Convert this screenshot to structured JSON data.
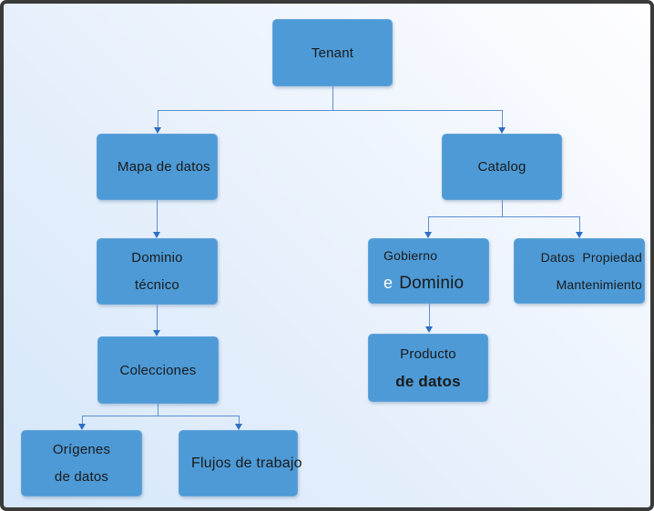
{
  "diagram": {
    "type": "flowchart",
    "nodes": {
      "tenant": {
        "label": "Tenant"
      },
      "mapa": {
        "label": "Mapa de datos"
      },
      "catalog": {
        "label": "Catalog"
      },
      "dominio_tecnico": {
        "line1": "Dominio",
        "line2": "técnico"
      },
      "colecciones": {
        "label": "Colecciones"
      },
      "origenes": {
        "line1": "Orígenes",
        "line2": "de datos"
      },
      "flujos": {
        "label": "Flujos de trabajo"
      },
      "gobierno": {
        "line1": "Gobierno",
        "line2_e": "e",
        "line2_rest": "Dominio"
      },
      "datos_propiedad": {
        "line1": "Datos  Propiedad",
        "line2": "Mantenimiento"
      },
      "producto": {
        "line1": "Producto",
        "line2": "de datos"
      }
    },
    "edges": [
      "Tenant -> Mapa de datos",
      "Tenant -> Catalog",
      "Mapa de datos -> Dominio técnico",
      "Dominio técnico -> Colecciones",
      "Colecciones -> Orígenes de datos",
      "Colecciones -> Flujos de trabajo",
      "Catalog -> Gobierno e Dominio",
      "Catalog -> Datos Propiedad Mantenimiento",
      "Gobierno e Dominio -> Producto de datos"
    ]
  },
  "colors": {
    "node-fill": "#4d9ad6",
    "node-edge": "#61a3d9",
    "connector-line": "#5b8fd0",
    "arrow-head": "#2e6fc4",
    "text": "#1b1b1b",
    "text-light": "#ffffff",
    "frame-border": "#3a3a3a",
    "bg-start": "#d5e7f9",
    "bg-mid": "#e9f1fc",
    "bg-end": "#fefeff"
  }
}
